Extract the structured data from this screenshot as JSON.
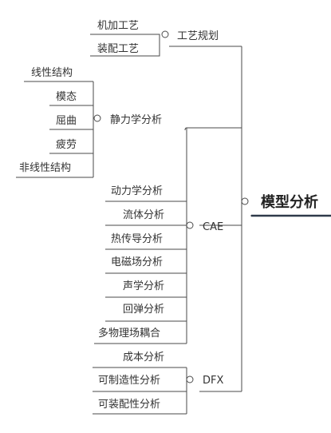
{
  "root": {
    "label": "模型分析"
  },
  "branches": [
    {
      "id": "process",
      "label": "工艺规划",
      "children": [
        "机加工艺",
        "装配工艺"
      ]
    },
    {
      "id": "static",
      "label": "静力学分析",
      "children": [
        "线性结构",
        "模态",
        "屈曲",
        "疲劳",
        "非线性结构"
      ]
    },
    {
      "id": "cae",
      "label": "CAE",
      "children": [
        "动力学分析",
        "流体分析",
        "热传导分析",
        "电磁场分析",
        "声学分析",
        "回弹分析",
        "多物理场耦合"
      ]
    },
    {
      "id": "dfx",
      "label": "DFX",
      "children": [
        "成本分析",
        "可制造性分析",
        "可装配性分析"
      ]
    }
  ]
}
